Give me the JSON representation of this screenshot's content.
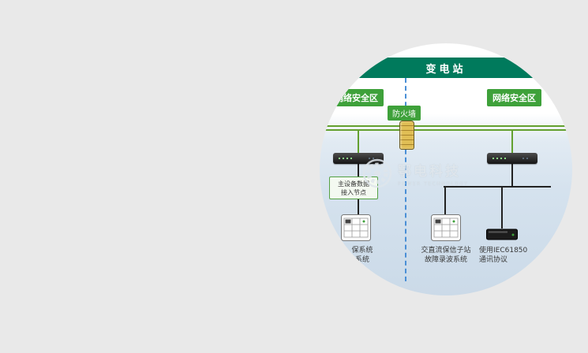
{
  "banner": {
    "title": "变电站"
  },
  "zones": {
    "left": "网络安全区",
    "right": "网络安全区"
  },
  "firewall": {
    "label": "防火墙"
  },
  "access_node": {
    "line1": "主设备数据",
    "line2": "接入节点"
  },
  "captions": {
    "left_line1": "保系统",
    "left_line2": "系统",
    "middle_line1": "交直流保信子站",
    "middle_line2": "故障录波系统",
    "right_line1": "使用IEC61850",
    "right_line2": "通讯协议"
  },
  "watermark": {
    "brand": "鄂电科技",
    "subtitle": "POWER TECHNOLOGY"
  },
  "icons": {
    "firewall": "firewall-icon",
    "gear": "gear-icon",
    "switch": "network-switch",
    "relay": "relay-device",
    "recorder": "recorder-device"
  },
  "colors": {
    "page_bg": "#e9e9e9",
    "diagram_bg_blue": "#d5e2ee",
    "banner_green": "#007a5c",
    "zone_green": "#3ea13a",
    "bus_green": "#63a02f",
    "divider_blue": "#4a8fd6",
    "firewall_tan": "#d8b54a"
  }
}
